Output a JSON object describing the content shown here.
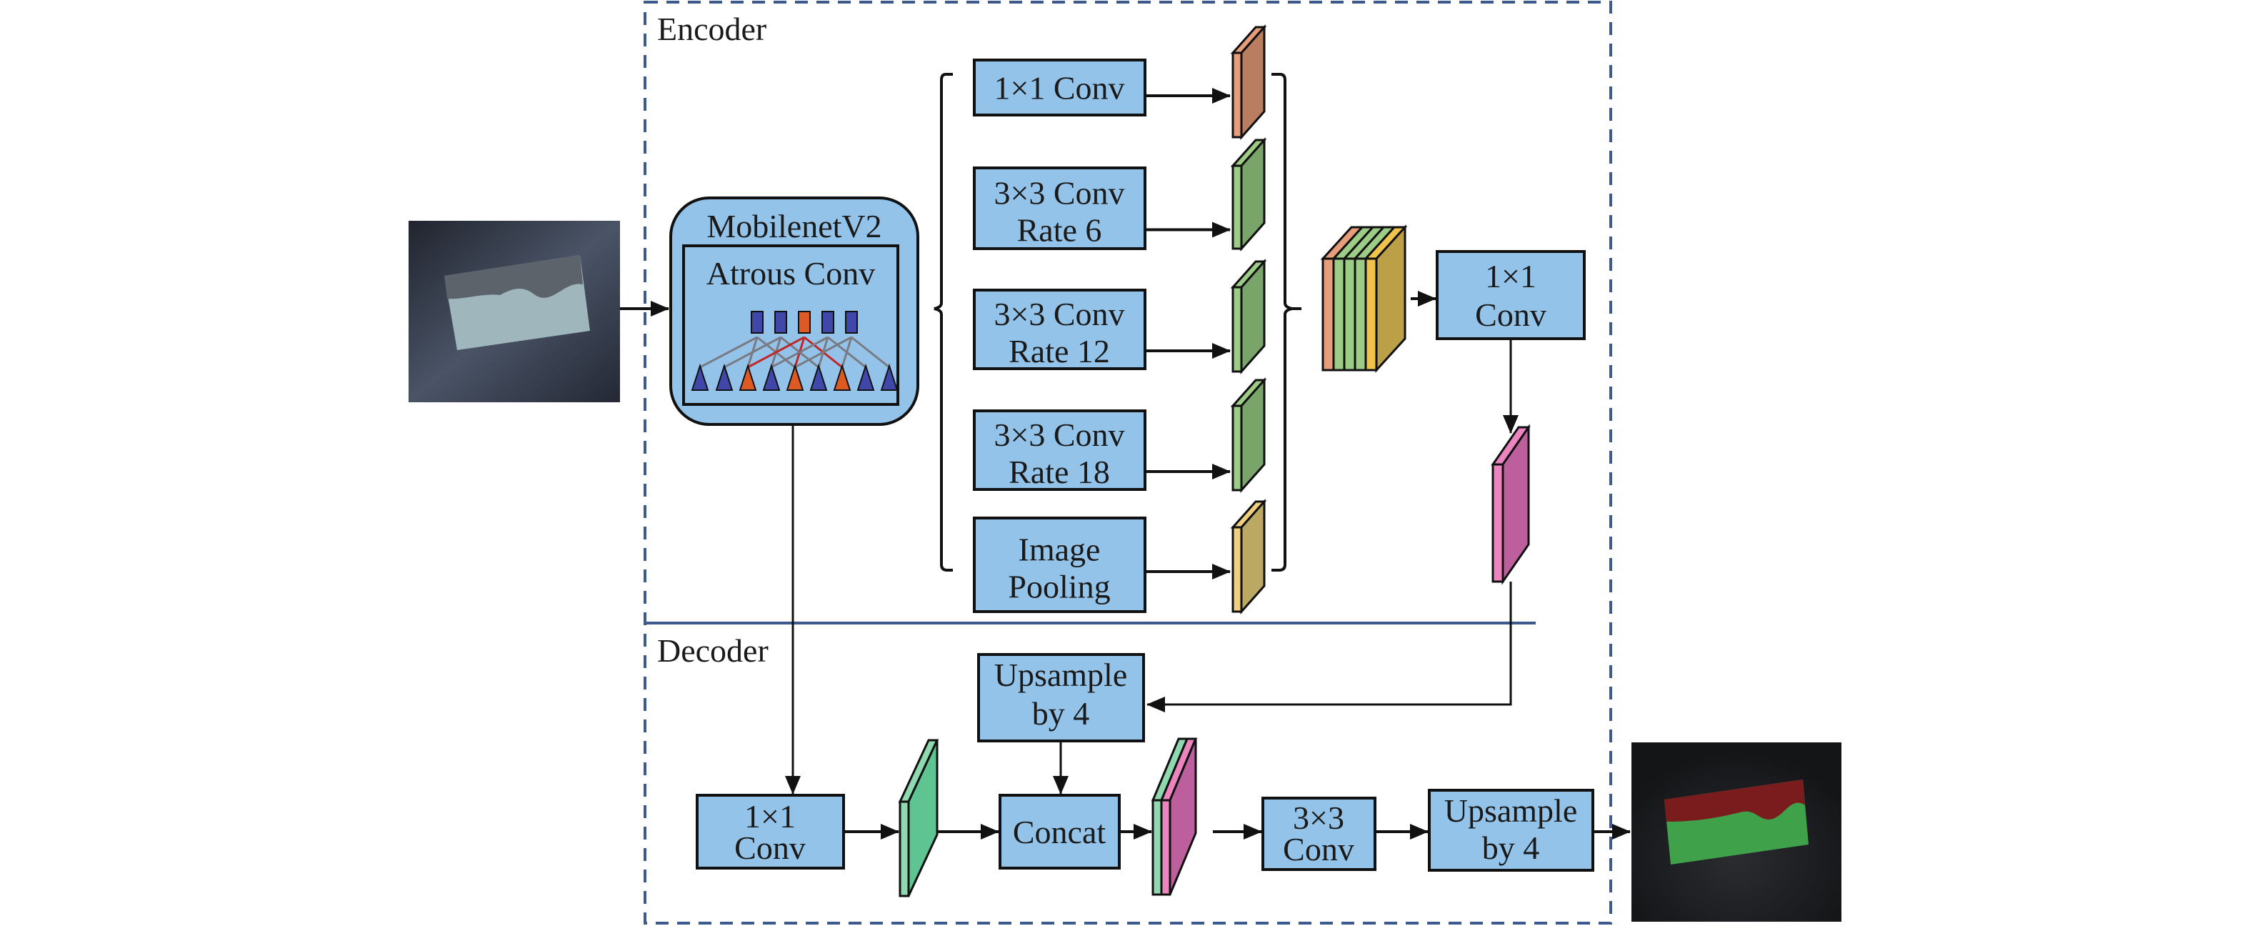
{
  "sections": {
    "encoder_label": "Encoder",
    "decoder_label": "Decoder"
  },
  "input_image": {
    "description": "grayscale photo of rock sample on dark background"
  },
  "output_image": {
    "description": "segmentation mask overlay: red upper region, green lower region"
  },
  "encoder": {
    "backbone": {
      "title": "MobilenetV2",
      "inner_title": "Atrous Conv"
    },
    "branches": [
      {
        "line1": "1×1 Conv",
        "line2": "",
        "map_color": "#b97d60",
        "map_edge": "#e89d7a"
      },
      {
        "line1": "3×3 Conv",
        "line2": "Rate 6",
        "map_color": "#79a46a",
        "map_edge": "#9ccc85"
      },
      {
        "line1": "3×3 Conv",
        "line2": "Rate 12",
        "map_color": "#79a46a",
        "map_edge": "#9ccc85"
      },
      {
        "line1": "3×3 Conv",
        "line2": "Rate 18",
        "map_color": "#79a46a",
        "map_edge": "#9ccc85"
      },
      {
        "line1": "Image",
        "line2": "Pooling",
        "map_color": "#bba863",
        "map_edge": "#f0d080"
      }
    ],
    "fuse_conv": {
      "line1": "1×1",
      "line2": "Conv"
    }
  },
  "decoder": {
    "upsample_top": {
      "line1": "Upsample",
      "line2": "by 4"
    },
    "low_level_conv": {
      "line1": "1×1",
      "line2": "Conv"
    },
    "concat": {
      "line1": "Concat"
    },
    "refine_conv": {
      "line1": "3×3",
      "line2": "Conv"
    },
    "upsample_final": {
      "line1": "Upsample",
      "line2": "by 4"
    }
  },
  "colors": {
    "box_fill": "#94c3ea",
    "dashed_border": "#3d5a8c",
    "divider": "#3d5a8c",
    "high_level_map": "#bd5f9c",
    "high_level_map_edge": "#ec84c0",
    "low_level_map": "#5ec592",
    "low_level_map_edge": "#8fd8b0",
    "atrous_blue": "#3f48a8",
    "atrous_orange": "#dd5a24",
    "atrous_red": "#c02828",
    "atrous_gray": "#7a7a82"
  }
}
